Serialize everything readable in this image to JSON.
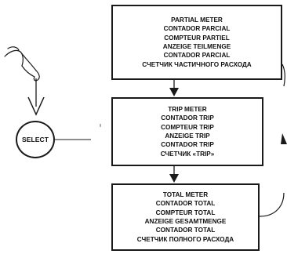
{
  "select_button": {
    "label": "SELECT"
  },
  "boxes": {
    "partial": {
      "lines": [
        "PARTIAL METER",
        "CONTADOR PARCIAL",
        "COMPTEUR PARTIEL",
        "ANZEIGE TEILMENGE",
        "CONTADOR PARCIAL",
        "СЧЕТЧИК ЧАСТИЧНОГО РАСХОДА"
      ]
    },
    "trip": {
      "lines": [
        "TRIP METER",
        "CONTADOR TRIP",
        "COMPTEUR TRIP",
        "ANZEIGE TRIP",
        "CONTADOR TRIP",
        "СЧЕТЧИК «TRIP»"
      ]
    },
    "total": {
      "lines": [
        "TOTAL METER",
        "CONTADOR TOTAL",
        "COMPTEUR TOTAL",
        "ANZEIGE GESAMTMENGE",
        "CONTADOR TOTAL",
        "СЧЕТЧИК ПОЛНОГО РАСХОДА"
      ]
    }
  },
  "icons": {
    "hand": "pointing-finger-icon",
    "press_arrow": "down-arrow-icon"
  },
  "colors": {
    "line": "#1a1a1a",
    "text": "#111111",
    "background": "#ffffff"
  }
}
